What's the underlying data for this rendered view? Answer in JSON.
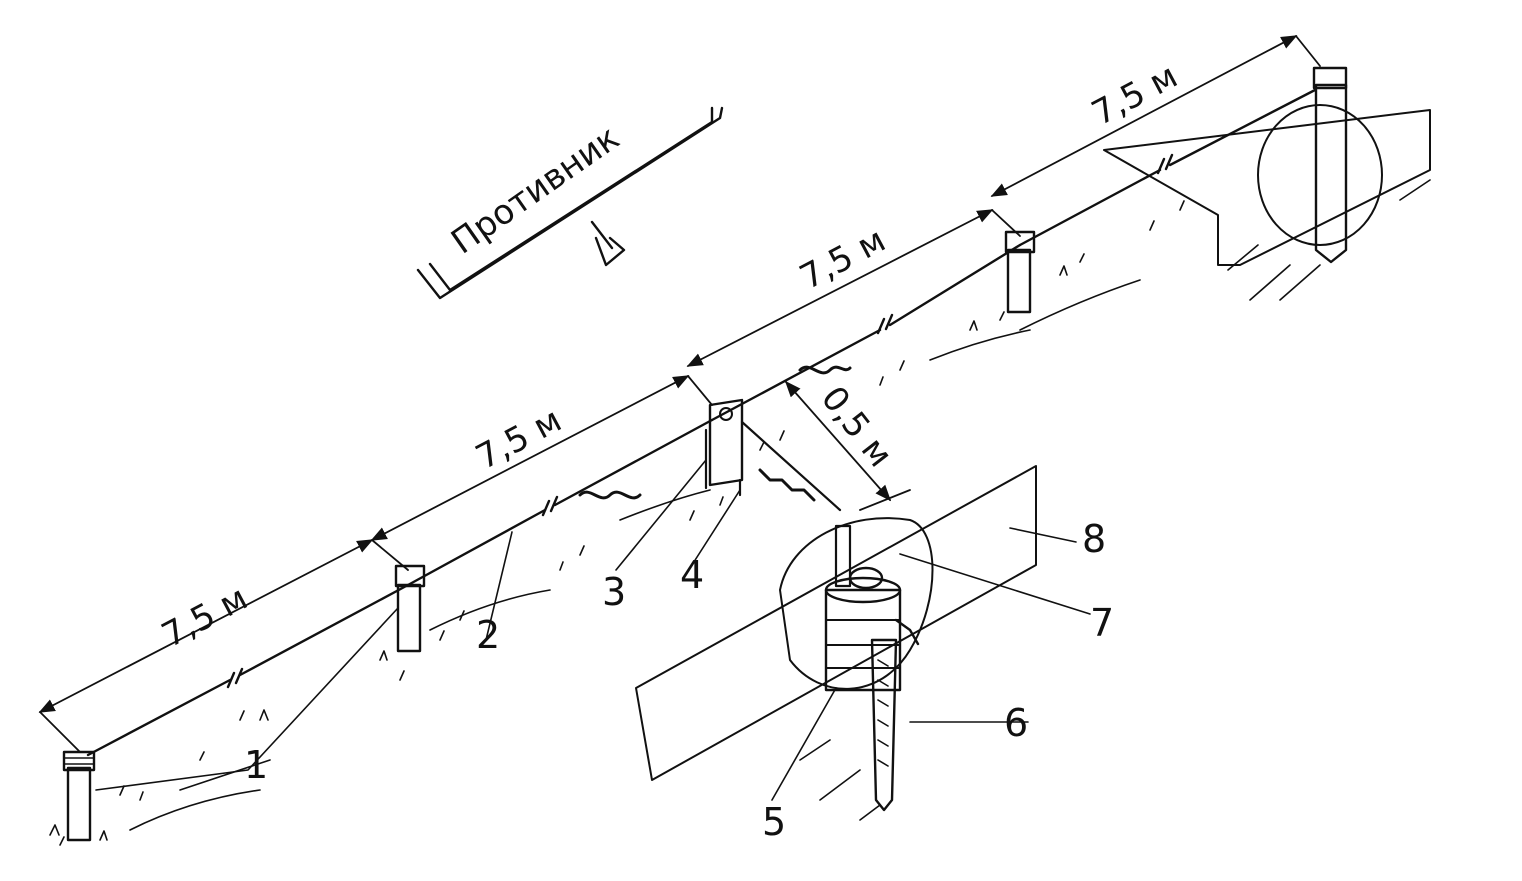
{
  "enemy_label": "Противник",
  "dimensions": {
    "d1": "7,5 м",
    "d2": "7,5 м",
    "d3": "7,5 м",
    "d4": "7,5 м",
    "offset": "0,5 м"
  },
  "callouts": {
    "c1": "1",
    "c2": "2",
    "c3": "3",
    "c4": "4",
    "c5": "5",
    "c6": "6",
    "c7": "7",
    "c8": "8"
  }
}
